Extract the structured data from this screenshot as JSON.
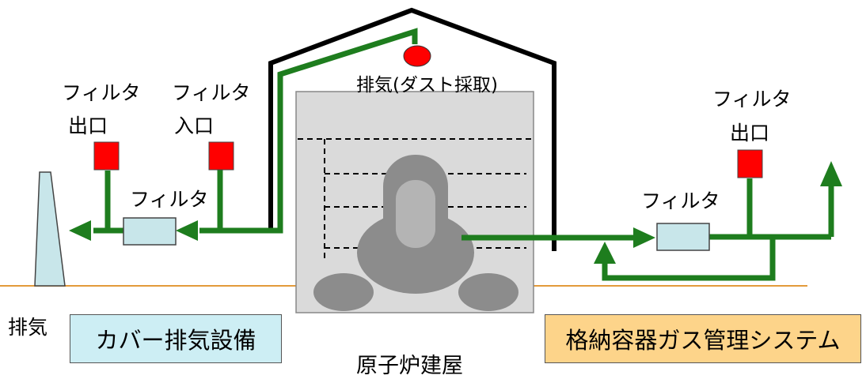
{
  "labels": {
    "filter_outlet_left_1": "フィルタ",
    "filter_outlet_left_2": "出口",
    "filter_inlet_1": "フィルタ",
    "filter_inlet_2": "入口",
    "filter_left_unit": "フィルタ",
    "exhaust_dust": "排気(ダスト採取)",
    "filter_outlet_right_1": "フィルタ",
    "filter_outlet_right_2": "出口",
    "filter_right_unit": "フィルタ",
    "exhaust_stack": "排気",
    "reactor_building": "原子炉建屋"
  },
  "boxes": {
    "cover_system": "カバー排気設備",
    "pcv_gas_system": "格納容器ガス管理システム"
  },
  "colors": {
    "pipe": "#1e7d1e",
    "sampling_point": "#ff0000",
    "filter_unit": "#c8e6ea",
    "stack": "#c8e6ea",
    "ground_line": "#e39a3b",
    "reactor_building_fill": "#dadada",
    "reactor_vessel": "#8c8c8c",
    "cover_box": "#cdeef4",
    "pcv_box": "#fdd48a"
  }
}
